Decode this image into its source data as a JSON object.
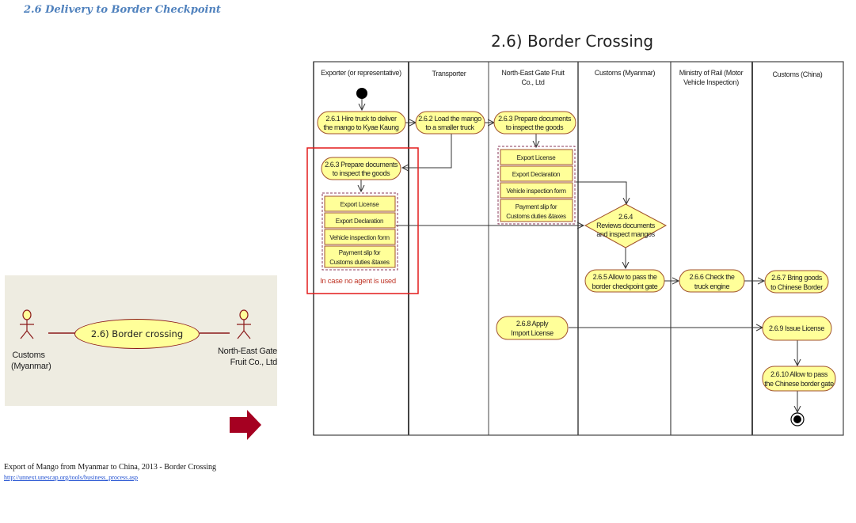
{
  "section_heading": "2.6 Delivery to Border Checkpoint",
  "diagram_title": "2.6) Border Crossing",
  "usecase": {
    "label": "2.6) Border crossing",
    "actors": [
      {
        "name": "Customs (Myanmar)",
        "line1": "Customs",
        "line2": "(Myanmar)"
      },
      {
        "name": "North-East Gate Fruit Co., Ltd",
        "line1": "North-East Gate",
        "line2": "Fruit Co., Ltd"
      }
    ]
  },
  "swimlanes": [
    {
      "line1": "Exporter (or representative)",
      "line2": ""
    },
    {
      "line1": "Transporter",
      "line2": ""
    },
    {
      "line1": "North-East Gate Fruit",
      "line2": "Co., Ltd"
    },
    {
      "line1": "Customs (Myanmar)",
      "line2": ""
    },
    {
      "line1": "Ministry of Rail (Motor",
      "line2": "Vehicle Inspection)"
    },
    {
      "line1": "Customs (China)",
      "line2": ""
    }
  ],
  "activities": {
    "a261": {
      "line1": "2.6.1 Hire truck to deliver",
      "line2": "the mango to Kyae Kaung"
    },
    "a262": {
      "line1": "2.6.2 Load the mango",
      "line2": "to a smaller truck"
    },
    "a263a": {
      "line1": "2.6.3 Prepare documents",
      "line2": "to inspect the goods"
    },
    "a263b": {
      "line1": "2.6.3 Prepare documents",
      "line2": "to inspect the goods"
    },
    "a264": {
      "line1": "2.6.4",
      "line2": "Reviews documents",
      "line3": "and inspect mangos"
    },
    "a265": {
      "line1": "2.6.5 Allow to pass the",
      "line2": "border checkpoint gate"
    },
    "a266": {
      "line1": "2.6.6 Check the",
      "line2": "truck engine"
    },
    "a267": {
      "line1": "2.6.7 Bring goods",
      "line2": "to Chinese Border"
    },
    "a268": {
      "line1": "2.6.8 Apply",
      "line2": "Import License"
    },
    "a269": {
      "line1": "2.6.9 Issue License",
      "line2": ""
    },
    "a2610": {
      "line1": "2.6.10 Allow to pass",
      "line2": "the Chinese border gate"
    }
  },
  "documents": {
    "d1": "Export License",
    "d2": "Export Declaration",
    "d3": "Vehicle inspection form",
    "d4a": "Payment slip for",
    "d4b": "Customs duties  &taxes"
  },
  "note": "In case no agent is used",
  "caption": "Export of Mango from Myanmar to China, 2013 - Border Crossing",
  "caption_link": "http://unnext.unescap.org/tools/business_process.asp",
  "colors": {
    "activity_fill": "#ffff99",
    "activity_border": "#a0522d",
    "highlight": "#e31b1b",
    "heading": "#4f81bd",
    "arrow_icon": "#a50021",
    "panel_bg": "#eeece1"
  }
}
